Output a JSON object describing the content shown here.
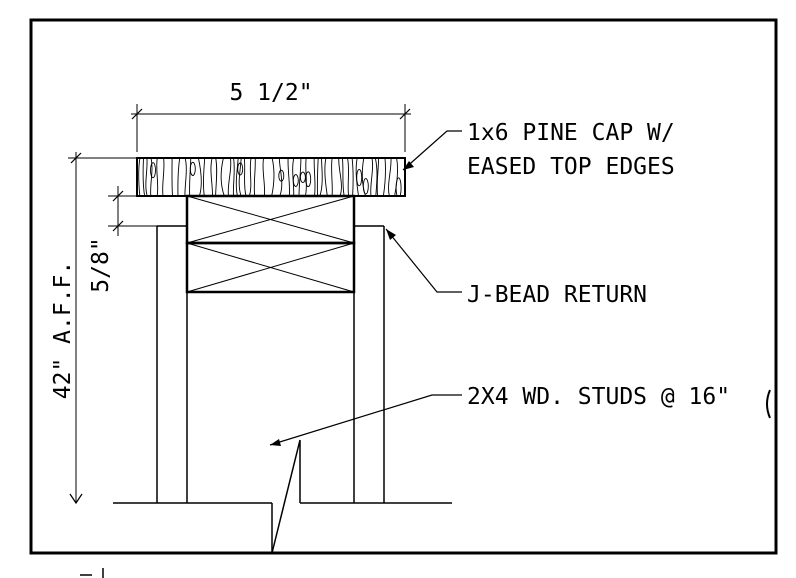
{
  "dimensions": {
    "cap_width": "5 1/2\"",
    "reveal": "5/8\"",
    "height": "42\" A.F.F."
  },
  "callouts": {
    "cap_line1": "1x6 PINE CAP W/",
    "cap_line2": "EASED TOP EDGES",
    "jbead": "J-BEAD RETURN",
    "studs": "2X4 WD. STUDS @ 16\""
  },
  "colors": {
    "ink": "#000000",
    "paper": "#ffffff"
  }
}
